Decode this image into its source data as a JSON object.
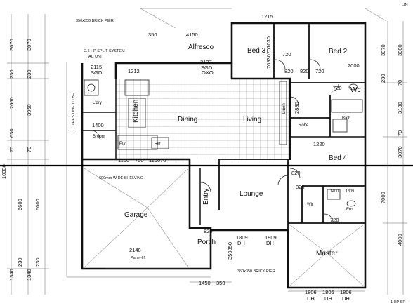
{
  "rooms": {
    "alfresco": "Alfresco",
    "bed3": "Bed 3",
    "bed2": "Bed 2",
    "kitchen": "Kitchen",
    "dining": "Dining",
    "living": "Living",
    "wc": "Wc",
    "bath": "Bath",
    "robe": "Robe",
    "linen": "Linen",
    "bed4": "Bed 4",
    "lounge": "Lounge",
    "garage": "Garage",
    "entry": "Entry",
    "porch": "Porch",
    "master": "Master",
    "wir": "Wir",
    "ens": "Ens",
    "ldry": "L'dry",
    "broom": "Broom",
    "pty": "Pty",
    "ref": "Ref"
  },
  "notes": {
    "brick_pier_top": "350x350 BRICK PIER",
    "split_system": "2.5 HP SPLIT SYSTEM",
    "ac_unit": "AC UNIT",
    "shelving": "600mm WIDE SHELVING",
    "brick_pier_bottom": "350x350 BRICK PIER",
    "panel_lift": "Panel-lift",
    "clothes_line": "CLOTHES LINE TO BE",
    "linear_top_right": "LIN",
    "hp_split_bottom": "1 HP SP"
  },
  "dims": {
    "d1215_top": "1215",
    "d350_top": "350",
    "d4150": "4150",
    "d720_bed3": "720",
    "d720_bed2": "720",
    "d820_a": "820",
    "d820_b": "820",
    "d2000": "2000",
    "d7093": "70930701030",
    "d2115": "2115",
    "sgd_a": "SGD",
    "d1212": "1212",
    "d2127": "2127",
    "sgd_b": "SGD",
    "oxo": "OXO",
    "d720_wc": "720",
    "d2880": "2880",
    "d1400": "1400",
    "d1100": "1100",
    "d750": "750",
    "d110070": "110070",
    "d1220": "1220",
    "d820_bed4": "820",
    "d820_lounge": "820",
    "d720_ens": "720",
    "d820_porch": "820",
    "d1809a": "1809",
    "dh_a": "DH",
    "d1809b": "1809",
    "dh_b": "DH",
    "d350850": "350850",
    "d2148": "2148",
    "d1450": "1450",
    "d350_bot": "350",
    "d1806_a": "1806",
    "d1806_b": "1806",
    "d1806_c": "1806",
    "dh_c": "DH",
    "dh_d": "DH",
    "dh_e": "DH",
    "left_3070a": "3070",
    "left_3070b": "3070",
    "left_230a": "230",
    "left_230b": "230",
    "left_2660": "2660",
    "left_3960": "3960",
    "left_630": "630",
    "left_70a": "70",
    "left_70b": "70",
    "left_10330": "10330",
    "left_6600": "6600",
    "left_6000": "6000",
    "left_1340a": "1340",
    "left_1340b": "1340",
    "left_230c": "230",
    "left_230d": "230",
    "right_3070": "3070",
    "right_3000": "3000",
    "right_230": "230",
    "right_70a": "70",
    "right_3130": "3130",
    "right_70b": "70",
    "right_3070b": "3070",
    "right_7000": "7000",
    "right_4000": "4000",
    "d1400_ens": "1400",
    "d1809_ens": "1809"
  }
}
